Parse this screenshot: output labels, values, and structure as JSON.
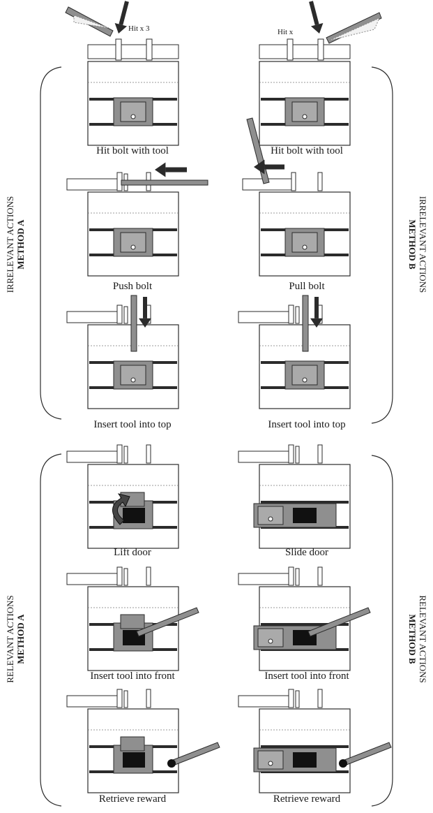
{
  "hit_labels": {
    "left": "Hit x 3",
    "right": "Hit x"
  },
  "groups": {
    "irrelevant_a": {
      "title": "IRRELEVANT ACTIONS",
      "method": "METHOD A"
    },
    "irrelevant_b": {
      "title": "IRRELEVANT ACTIONS",
      "method": "METHOD B"
    },
    "relevant_a": {
      "title": "RELEVANT ACTIONS",
      "method": "METHOD A"
    },
    "relevant_b": {
      "title": "RELEVANT ACTIONS",
      "method": "METHOD B"
    }
  },
  "panels": {
    "left": [
      "Hit bolt with tool",
      "Push bolt",
      "Insert tool into top",
      "Lift door",
      "Insert tool into front",
      "Retrieve reward"
    ],
    "right": [
      "Hit bolt with tool",
      "Pull bolt",
      "Insert tool into top",
      "Slide door",
      "Insert tool into front",
      "Retrieve reward"
    ]
  }
}
